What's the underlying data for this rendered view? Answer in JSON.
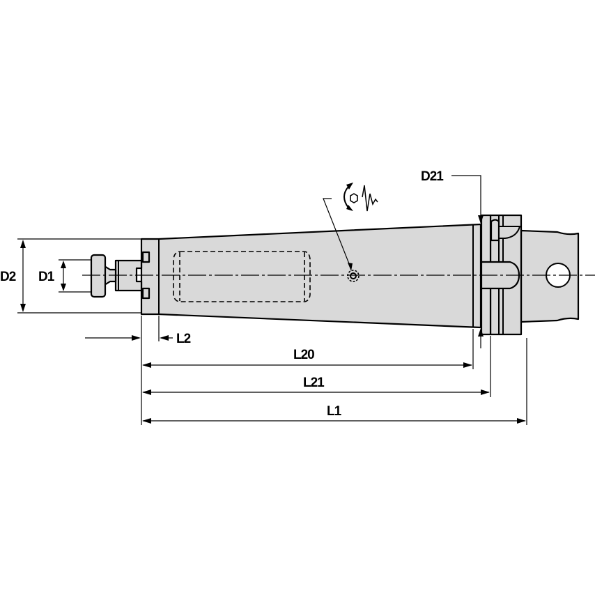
{
  "drawing": {
    "subject": "tool holder extension (tapered body with HSK-style shank)",
    "colors": {
      "body_fill": "#d9d9d9",
      "line": "#000000",
      "background": "#ffffff"
    },
    "dimension_labels": {
      "d2": "D2",
      "d1": "D1",
      "d21": "D21",
      "l2": "L2",
      "l20": "L20",
      "l21": "L21",
      "l1": "L1"
    },
    "icons": {
      "coolant_port": "hex-wrench-rotate-vibration-icon"
    }
  }
}
